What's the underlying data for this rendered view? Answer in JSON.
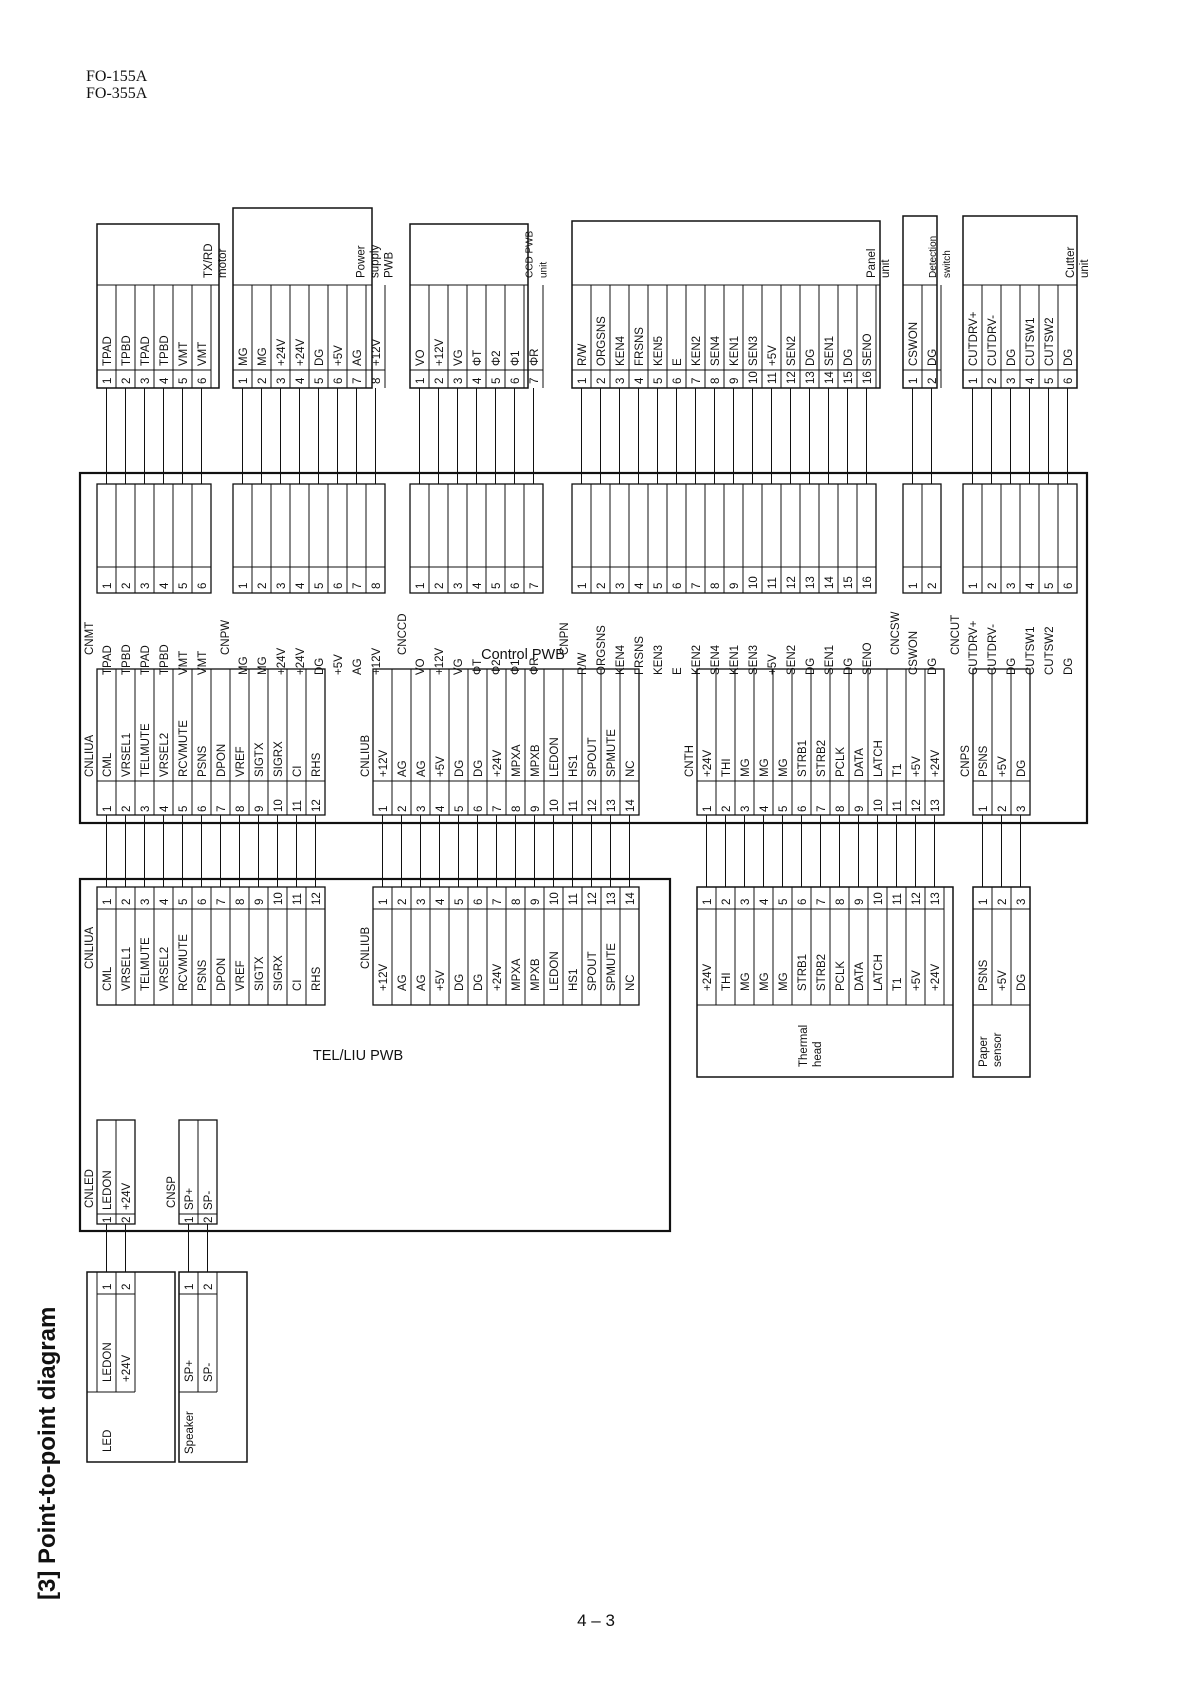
{
  "header": [
    "FO-155A",
    "FO-355A"
  ],
  "page_number": "4 – 3",
  "section_title": "[3] Point-to-point diagram",
  "pwb": {
    "control": "Control PWB",
    "tel": "TEL/LIU PWB"
  },
  "top_connectors": [
    {
      "name": "CNMT",
      "unit": [
        "TX/RD",
        "motor"
      ],
      "pins": [
        "TPAD",
        "TPBD",
        "TPAD",
        "TPBD",
        "VMT",
        "VMT"
      ]
    },
    {
      "name": "CNPW",
      "unit": [
        "Power",
        "supply",
        "PWB"
      ],
      "pins": [
        "MG",
        "MG",
        "+24V",
        "+24V",
        "DG",
        "+5V",
        "AG",
        "+12V"
      ]
    },
    {
      "name": "CNCCD",
      "unit": [
        "CCD PWB",
        "unit"
      ],
      "pins": [
        "VO",
        "+12V",
        "VG",
        "ΦT",
        "Φ2",
        "Φ1",
        "ΦR"
      ]
    },
    {
      "name": "CNPN",
      "unit": [
        "Panel",
        "unit"
      ],
      "pins": [
        "R/W",
        "ORGSNS",
        "KEN4",
        "FRSNS",
        "KEN5",
        "E",
        "KEN2",
        "SEN4",
        "KEN1",
        "SEN3",
        "+5V",
        "SEN2",
        "DG",
        "SEN1",
        "DG",
        "SENO"
      ]
    },
    {
      "name": "CNCSW",
      "unit": [
        "Detection",
        "switch"
      ],
      "pins": [
        "CSWON",
        "DG"
      ]
    },
    {
      "name": "CNCUT",
      "unit": [
        "Cutter",
        "unit"
      ],
      "pins": [
        "CUTDRV+",
        "CUTDRV-",
        "DG",
        "CUTSW1",
        "CUTSW2",
        "DG"
      ]
    }
  ],
  "control_top_labels": {
    "CNMT": [
      "TPAD",
      "TPBD",
      "TPAD",
      "TPBD",
      "VMT",
      "VMT"
    ],
    "CNPW": [
      "MG",
      "MG",
      "+24V",
      "+24V",
      "DG",
      "+5V",
      "AG",
      "+12V"
    ],
    "CNCCD": [
      "VO",
      "+12V",
      "VG",
      "ΦT",
      "Φ2",
      "Φ1",
      "ΦR"
    ],
    "CNPN": [
      "R/W",
      "ORGSNS",
      "KEN4",
      "FRSNS",
      "KEN3",
      "E",
      "KEN2",
      "SEN4",
      "KEN1",
      "SEN3",
      "+5V",
      "SEN2",
      "DG",
      "SEN1",
      "DG",
      "SENO"
    ],
    "CNCSW": [
      "CSWON",
      "DG"
    ],
    "CNCUT": [
      "CUTDRV+",
      "CUTDRV-",
      "DG",
      "CUTSW1",
      "CUTSW2",
      "DG"
    ]
  },
  "liu_connectors": [
    {
      "name": "CNLIUA",
      "pins": [
        "CML",
        "VRSEL1",
        "TELMUTE",
        "VRSEL2",
        "RCVMUTE",
        "PSNS",
        "DPON",
        "VREF",
        "SIGTX",
        "SIGRX",
        "CI",
        "RHS"
      ]
    },
    {
      "name": "CNLIUB",
      "pins": [
        "+12V",
        "AG",
        "AG",
        "+5V",
        "DG",
        "DG",
        "+24V",
        "MPXA",
        "MPXB",
        "LEDON",
        "HS1",
        "SPOUT",
        "SPMUTE",
        "NC"
      ]
    }
  ],
  "cnth": {
    "name": "CNTH",
    "unit": [
      "Thermal",
      "head"
    ],
    "pins": [
      "+24V",
      "THI",
      "MG",
      "MG",
      "MG",
      "STRB1",
      "STRB2",
      "PCLK",
      "DATA",
      "LATCH",
      "T1",
      "+5V",
      "+24V"
    ]
  },
  "cnps": {
    "name": "CNPS",
    "unit": [
      "Paper",
      "sensor"
    ],
    "pins": [
      "PSNS",
      "+5V",
      "DG"
    ]
  },
  "cnled": {
    "name": "CNLED",
    "unit": "LED",
    "pins": [
      "LEDON",
      "+24V"
    ]
  },
  "cnsp": {
    "name": "CNSP",
    "unit": "Speaker",
    "pins": [
      "SP+",
      "SP-"
    ]
  }
}
